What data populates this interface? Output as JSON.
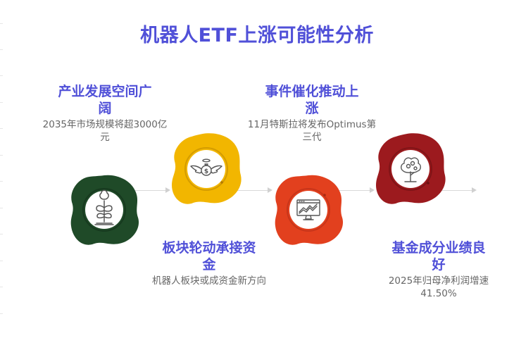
{
  "title": "机器人ETF上涨可能性分析",
  "colors": {
    "title": "#5050d8",
    "heading": "#5050d8",
    "desc": "#666666",
    "arrow": "#d6d6d6"
  },
  "steps": [
    {
      "heading_line1": "产业发展空间广",
      "heading_line2": "阔",
      "desc_line1": "2035年市场规模将超3000亿",
      "desc_line2": "元",
      "icon": "tree-icon",
      "color": "#1f4a28"
    },
    {
      "heading_line1": "板块轮动承接资",
      "heading_line2": "金",
      "desc_line1": "机器人板块或成资金新方向",
      "desc_line2": "",
      "icon": "winged-money-bag-icon",
      "color": "#f2b600"
    },
    {
      "heading_line1": "事件催化推动上",
      "heading_line2": "涨",
      "desc_line1": "11月特斯拉将发布Optimus第",
      "desc_line2": "三代",
      "icon": "monitor-chart-icon",
      "color": "#e2401e"
    },
    {
      "heading_line1": "基金成分业绩良",
      "heading_line2": "好",
      "desc_line1": "2025年归母净利润增速",
      "desc_line2": "41.50%",
      "icon": "money-tree-icon",
      "color": "#9c1a1e"
    }
  ]
}
